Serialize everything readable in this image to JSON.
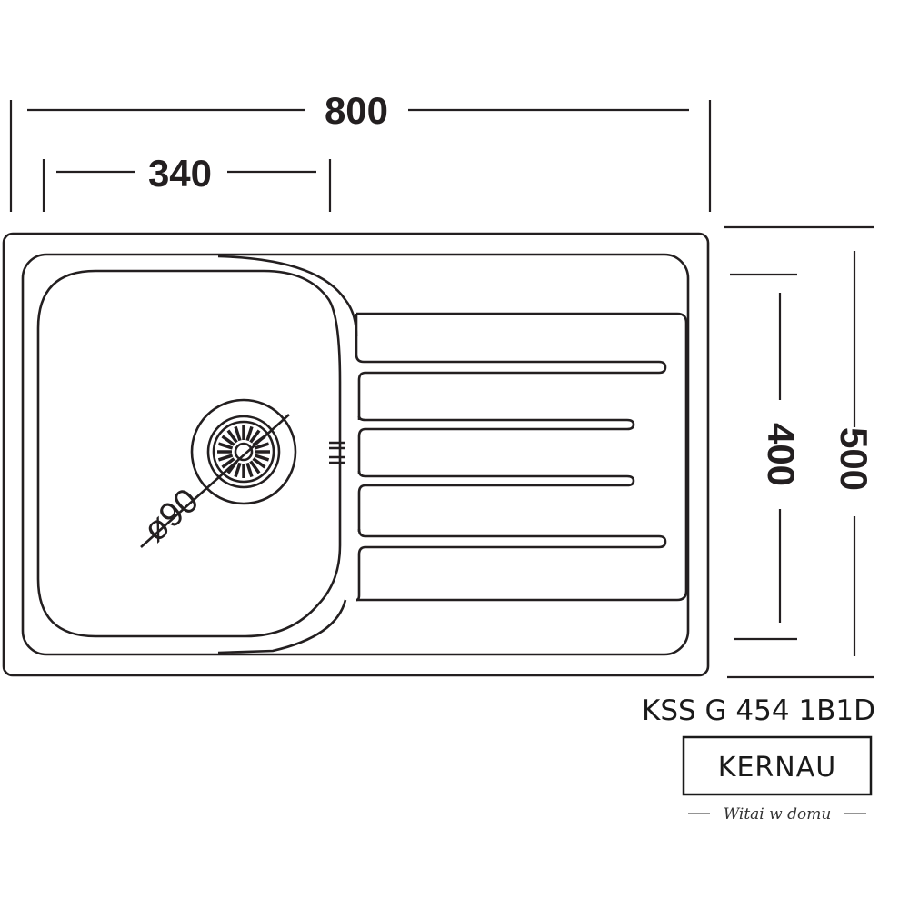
{
  "dimensions": {
    "total_width": "800",
    "bowl_width": "340",
    "total_depth": "500",
    "inner_depth": "400",
    "drain_diameter": "ø90"
  },
  "product": {
    "model": "KSS G 454 1B1D",
    "brand": "KERNAU",
    "tagline": "Witai w domu"
  }
}
